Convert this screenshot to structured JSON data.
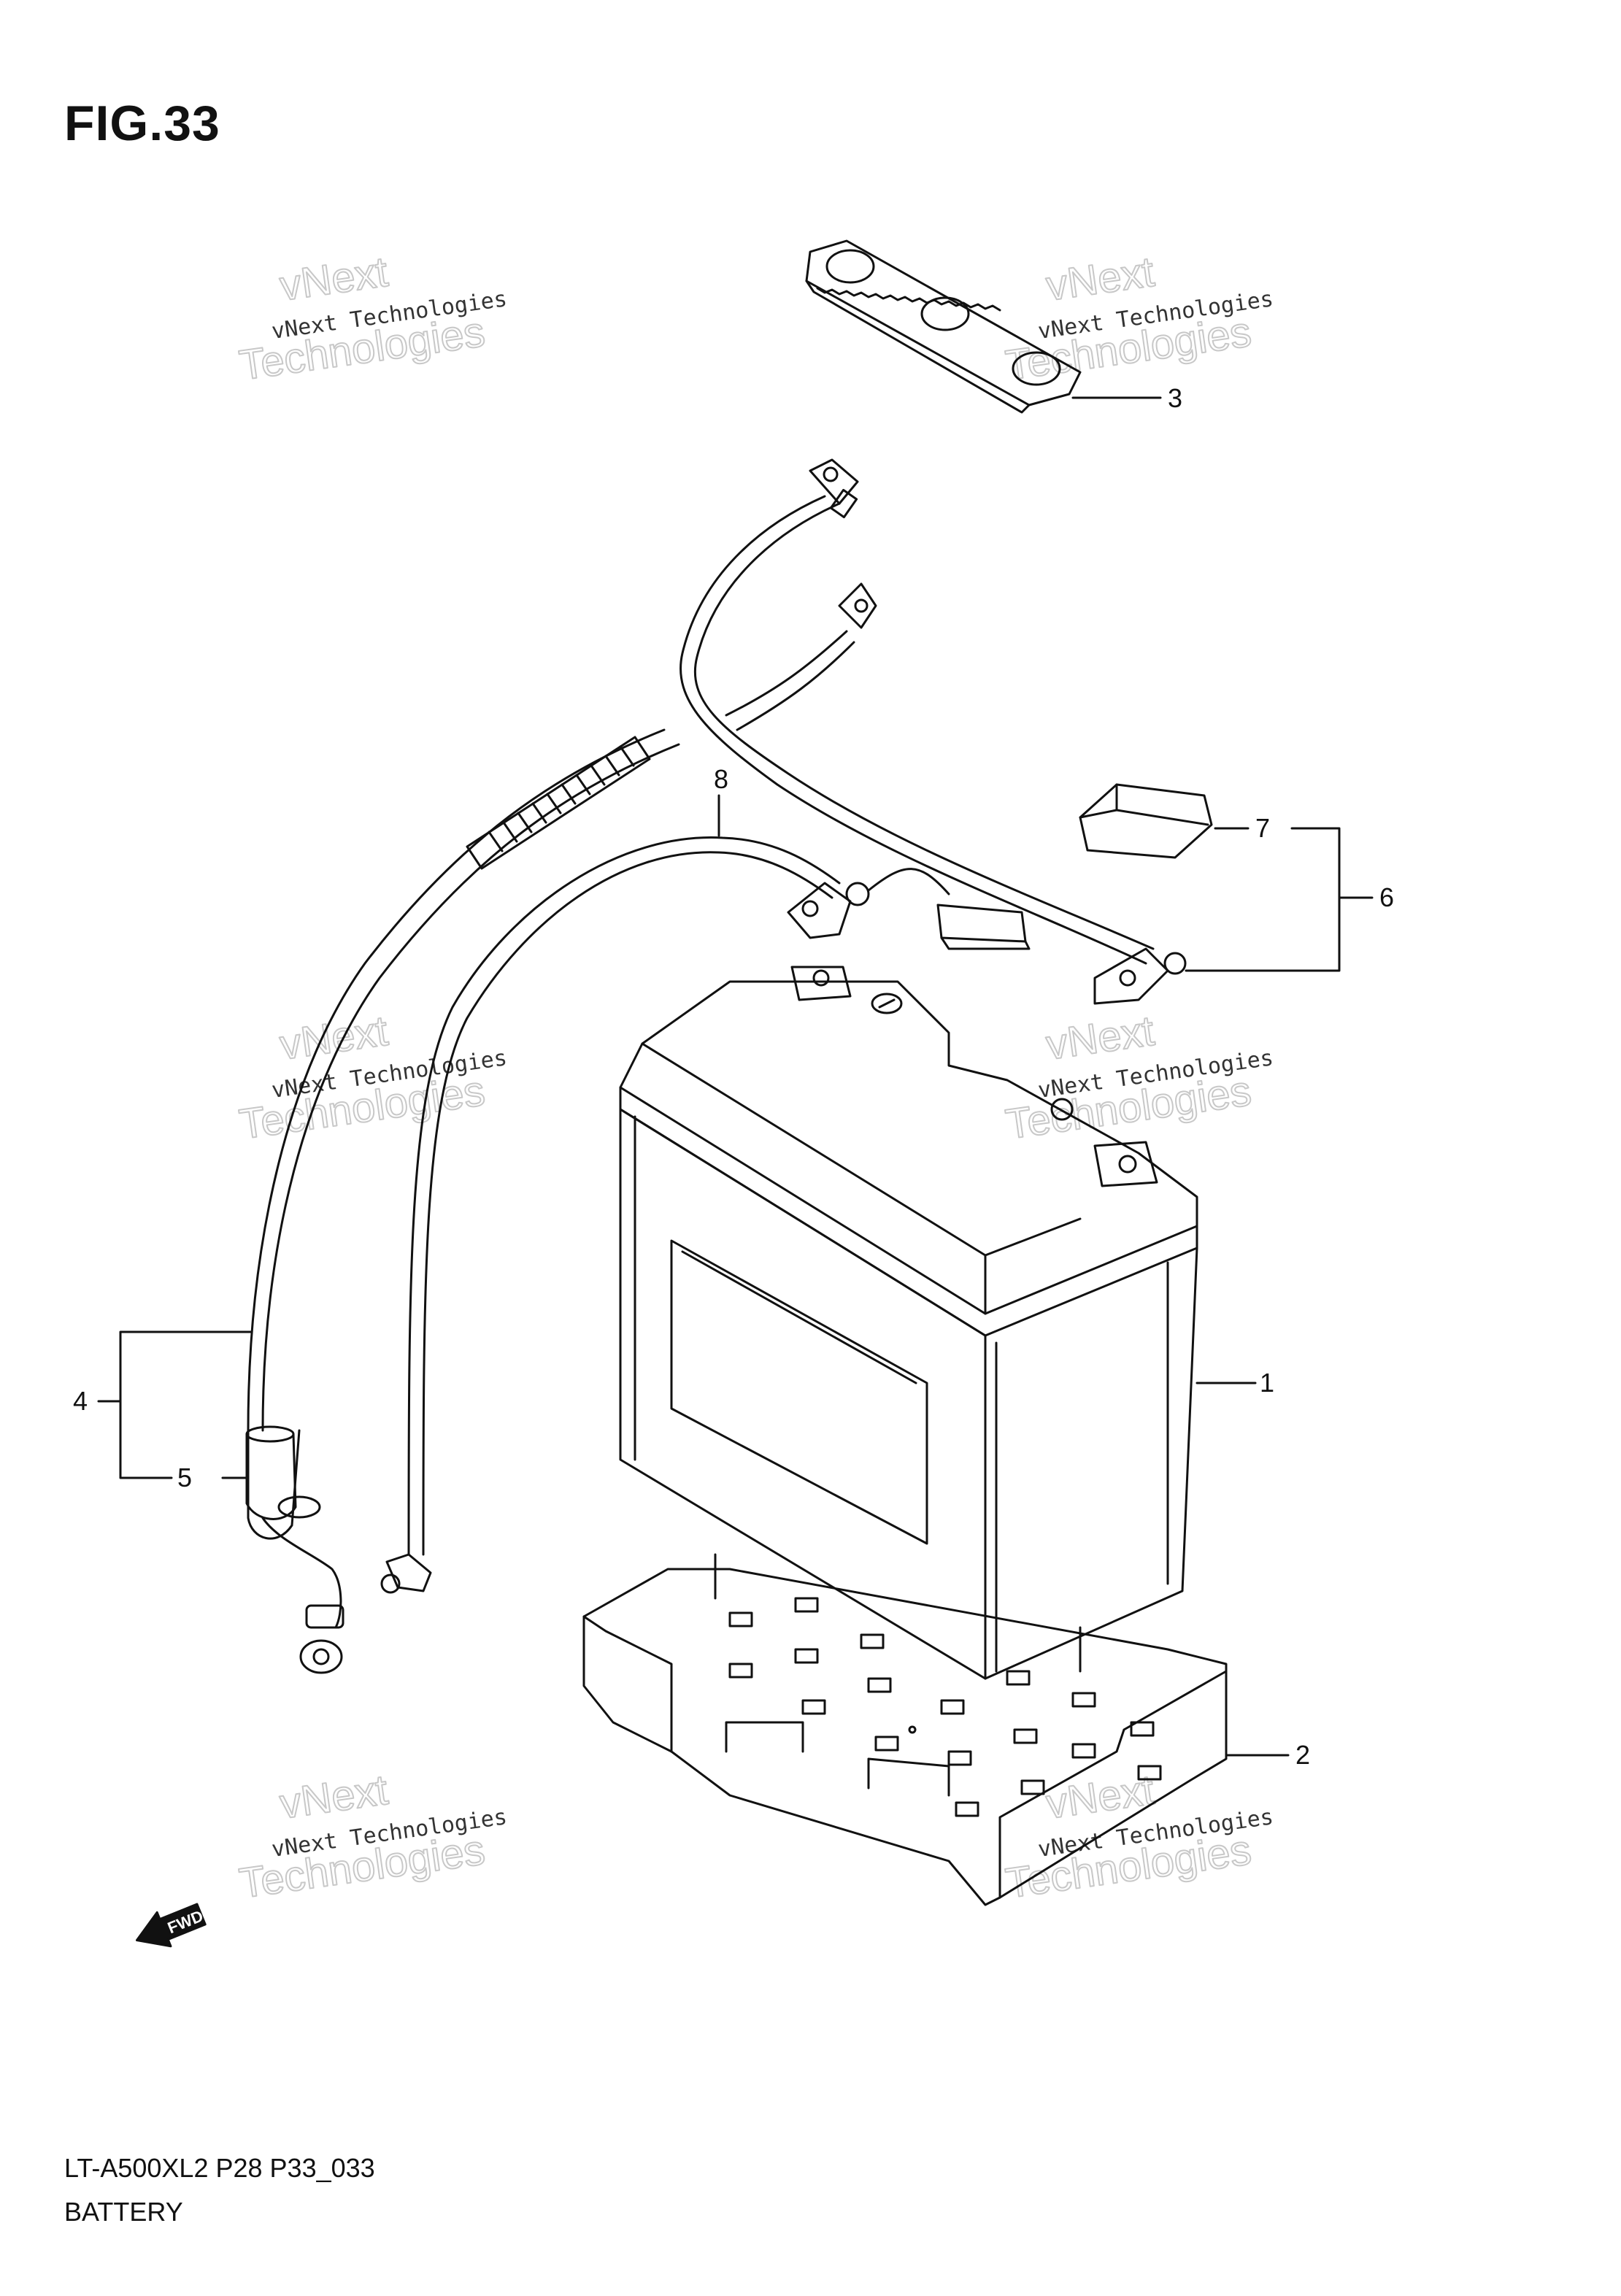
{
  "figure": {
    "title": "FIG.33",
    "model_code": "LT-A500XL2 P28 P33_033",
    "section": "BATTERY"
  },
  "callouts": [
    {
      "num": "1",
      "part": "battery"
    },
    {
      "num": "2",
      "part": "battery-tray"
    },
    {
      "num": "3",
      "part": "terminal-cover-strip"
    },
    {
      "num": "4",
      "part": "negative-cable-assembly"
    },
    {
      "num": "5",
      "part": "cable-boot"
    },
    {
      "num": "6",
      "part": "positive-cable-assembly"
    },
    {
      "num": "7",
      "part": "terminal-cap"
    },
    {
      "num": "8",
      "part": "battery-lead-wire"
    }
  ],
  "watermark": {
    "small": "vNext Technologies",
    "large": "Technologies",
    "top": "vNext"
  },
  "direction_badge": {
    "label": "FWD",
    "icon": "forward-arrow-icon"
  }
}
